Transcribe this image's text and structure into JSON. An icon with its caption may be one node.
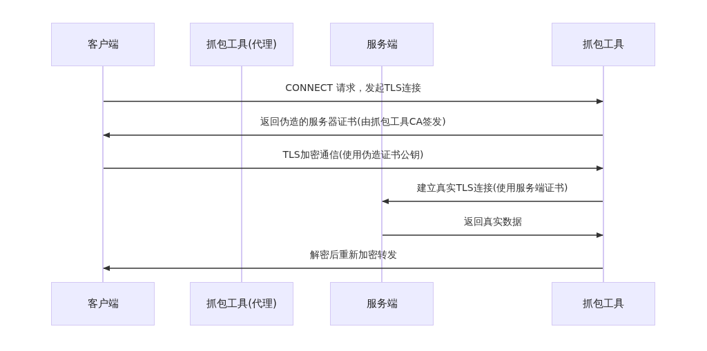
{
  "diagram": {
    "nodes": [
      {
        "text": [
          "客户端"
        ]
      },
      {
        "text": [
          "抓包工具(代理)"
        ]
      },
      {
        "text": [
          "服务端"
        ]
      },
      {
        "text": [
          "抓包工具"
        ]
      },
      {
        "text": [
          "客户端"
        ]
      },
      {
        "text": [
          "抓包工具(代理)"
        ]
      },
      {
        "text": [
          "服务端"
        ]
      },
      {
        "text": [
          "抓包工具"
        ]
      },
      {
        "text": [],
        "shape": "bar"
      },
      {
        "text": [],
        "shape": "bar"
      },
      {
        "text": [],
        "shape": "bar"
      },
      {
        "text": [],
        "shape": "bar"
      }
    ],
    "edges": [
      {
        "from": 8,
        "to": 11,
        "arrow": "to",
        "label": "CONNECT 请求，发起TLS连接"
      },
      {
        "from": 11,
        "to": 8,
        "arrow": "to",
        "label": "返回伪造的服务器证书(由抓包工具CA签发)"
      },
      {
        "from": 8,
        "to": 11,
        "arrow": "to",
        "label": "TLS加密通信(使用伪造证书公钥)"
      },
      {
        "from": 11,
        "to": 10,
        "arrow": "to",
        "label": "建立真实TLS连接(使用服务端证书)"
      },
      {
        "from": 10,
        "to": 11,
        "arrow": "to",
        "label": "返回真实数据"
      },
      {
        "from": 11,
        "to": 8,
        "arrow": "to",
        "label": "解密后重新加密转发"
      }
    ]
  }
}
